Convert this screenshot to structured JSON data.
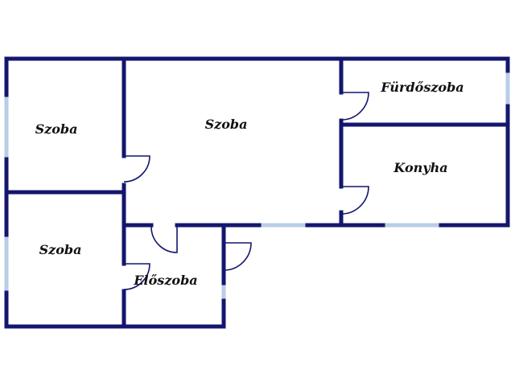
{
  "plan": {
    "wall_color": "#14166e",
    "window_color": "#b9cde6",
    "rooms": {
      "room_top_left": "Szoba",
      "room_bottom_left": "Szoba",
      "room_center": "Szoba",
      "bathroom": "Fürdőszoba",
      "kitchen": "Konyha",
      "hallway": "Előszoba"
    }
  }
}
